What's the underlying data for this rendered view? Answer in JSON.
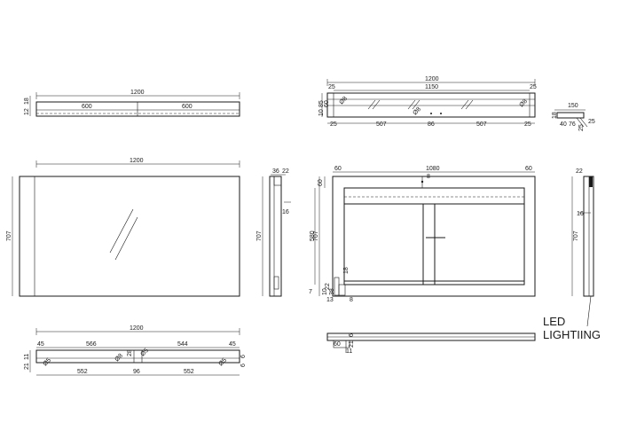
{
  "title": "",
  "top_left": {
    "overall": "1200",
    "halves": [
      "600",
      "600"
    ],
    "left_dims": [
      "18",
      "12"
    ]
  },
  "top_right": {
    "overall": "1200",
    "inner": "1150",
    "left_small": "25",
    "right_small": "25",
    "left_stack": [
      "85",
      "60",
      "10"
    ],
    "phi_left": "Ø8",
    "phi_mid": "Ø8",
    "phi_right": "Ø8",
    "bottom": [
      "25",
      "507",
      "86",
      "507",
      "25"
    ]
  },
  "side_small": {
    "top": "150",
    "left": "40",
    "mid": "76",
    "right": "25",
    "v1": "18",
    "v2": "25"
  },
  "front": {
    "width": "1200",
    "height": "707"
  },
  "side_view": {
    "top_a": "36",
    "top_b": "22",
    "height": "707",
    "mid": "16"
  },
  "back_view": {
    "top_left": "60",
    "top_mid": "1080",
    "top_right": "60",
    "top_small": "8",
    "left_top": "60",
    "height": "707",
    "inner": "580",
    "d18": "18",
    "d22": "22",
    "d10": "10",
    "d38": "38",
    "d7": "7",
    "d13": "13",
    "d8": "8"
  },
  "bottom_left": {
    "overall": "1200",
    "top": [
      "45",
      "566",
      "544",
      "45"
    ],
    "mid": "28",
    "phi": [
      "Ø5",
      "Ø8",
      "Ø5",
      "Ø5"
    ],
    "left_v": [
      "21",
      "11"
    ],
    "right_v": [
      "6",
      "6"
    ],
    "bottom": [
      "552",
      "96",
      "552"
    ]
  },
  "bottom_right": {
    "d60": "60",
    "d6": "6",
    "d21": "21",
    "d11": "11"
  },
  "right_side": {
    "top": "22",
    "mid": "16",
    "height": "707"
  },
  "label": {
    "line1": "LED",
    "line2": "LIGHTIING"
  }
}
